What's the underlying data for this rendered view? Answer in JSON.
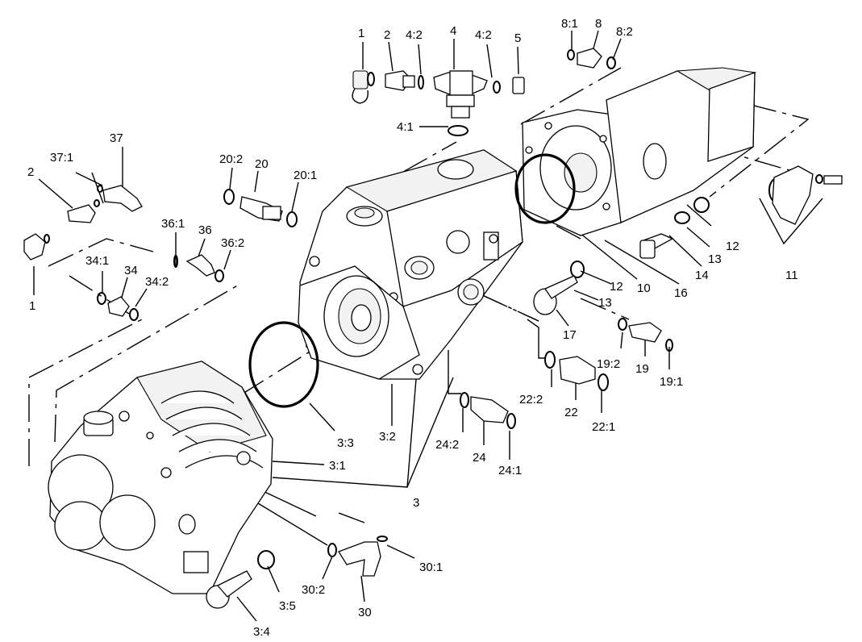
{
  "labels": {
    "l1": "1",
    "l2": "2",
    "l4_2a": "4:2",
    "l4": "4",
    "l4_2b": "4:2",
    "l5": "5",
    "l8_1": "8:1",
    "l8": "8",
    "l8_2": "8:2",
    "l4_1": "4:1",
    "l37_1": "37:1",
    "l37": "37",
    "l2_left": "2",
    "l1_left": "1",
    "l20_2": "20:2",
    "l20": "20",
    "l20_1": "20:1",
    "l36_1": "36:1",
    "l36": "36",
    "l36_2": "36:2",
    "l34_1": "34:1",
    "l34": "34",
    "l34_2": "34:2",
    "l12a": "12",
    "l13a": "13",
    "l14": "14",
    "l11": "11",
    "l12b": "12",
    "l13b": "13",
    "l10": "10",
    "l16": "16",
    "l17": "17",
    "l19_2": "19:2",
    "l19": "19",
    "l19_1": "19:1",
    "l22_2": "22:2",
    "l22": "22",
    "l22_1": "22:1",
    "l24_2": "24:2",
    "l24": "24",
    "l24_1": "24:1",
    "l3_3": "3:3",
    "l3_2": "3:2",
    "l3_1": "3:1",
    "l3": "3",
    "l30_1": "30:1",
    "l30_2": "30:2",
    "l30": "30",
    "l3_5": "3:5",
    "l3_4": "3:4"
  }
}
